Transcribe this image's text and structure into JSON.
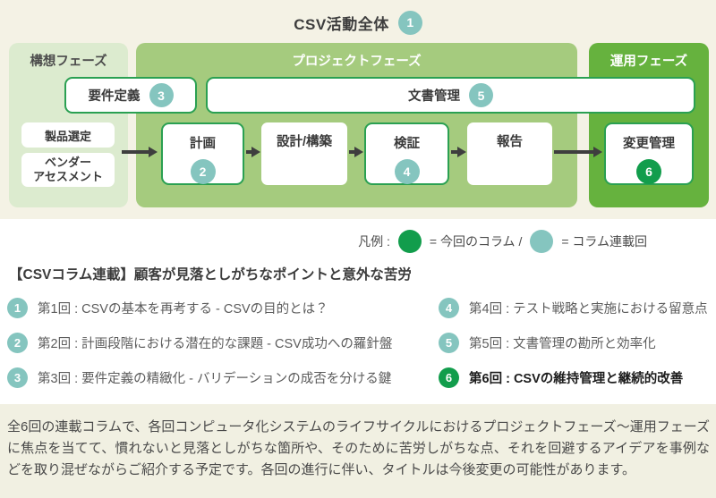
{
  "title": {
    "text": "CSV活動全体",
    "badge": "1"
  },
  "diagram": {
    "phase_concept": "構想フェーズ",
    "phase_project": "プロジェクトフェーズ",
    "phase_operation": "運用フェーズ",
    "requirements": {
      "label": "要件定義",
      "badge": "3"
    },
    "doc_mgmt": {
      "label": "文書管理",
      "badge": "5"
    },
    "product_selection": "製品選定",
    "vendor_assessment": "ベンダー\nアセスメント",
    "plan": {
      "label": "計画",
      "badge": "2"
    },
    "design": "設計/構築",
    "verify": {
      "label": "検証",
      "badge": "4"
    },
    "report": "報告",
    "change": {
      "label": "変更管理",
      "badge": "6"
    }
  },
  "legend": {
    "label": "凡例 :",
    "current_text": "= 今回のコラム /",
    "series_text": "= コラム連載回"
  },
  "series": {
    "heading": "【CSVコラム連載】顧客が見落としがちなポイントと意外な苦労",
    "items": [
      {
        "num": "1",
        "text": "第1回 : CSVの基本を再考する - CSVの目的とは？"
      },
      {
        "num": "2",
        "text": "第2回 : 計画段階における潜在的な課題 - CSV成功への羅針盤"
      },
      {
        "num": "3",
        "text": "第3回 : 要件定義の精緻化 - バリデーションの成否を分ける鍵"
      },
      {
        "num": "4",
        "text": "第4回 : テスト戦略と実施における留意点"
      },
      {
        "num": "5",
        "text": "第5回 : 文書管理の勘所と効率化"
      },
      {
        "num": "6",
        "text": "第6回 : CSVの維持管理と継続的改善"
      }
    ]
  },
  "footer": "全6回の連載コラムで、各回コンピュータ化システムのライフサイクルにおけるプロジェクトフェーズ～運用フェーズに焦点を当てて、慣れないと見落としがちな箇所や、そのために苦労しがちな点、それを回避するアイデアを事例などを取り混ぜながらご紹介する予定です。各回の進行に伴い、タイトルは今後変更の可能性があります。",
  "colors": {
    "accent_green": "#129d4c",
    "badge_teal": "#85c5bf",
    "phase_light_green": "#dcebcf",
    "phase_mid_green": "#a5cb7e",
    "phase_dark_green": "#66b23e",
    "outline_green": "#2aa052",
    "cream_background": "#f4f2e5"
  }
}
